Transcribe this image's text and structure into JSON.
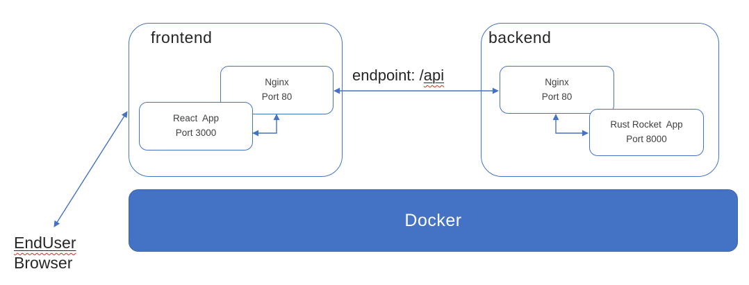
{
  "frontend": {
    "title": "frontend",
    "nginx": "Nginx\nPort 80",
    "react": "React  App\nPort 3000"
  },
  "backend": {
    "title": "backend",
    "nginx": "Nginx\nPort 80",
    "rust": "Rust Rocket  App\nPort 8000"
  },
  "docker": {
    "label": "Docker"
  },
  "endpoint": {
    "prefix": "endpoint: /",
    "word": "api"
  },
  "enduser": {
    "line1": "EndUser",
    "line2": "Browser"
  },
  "colors": {
    "accent_blue": "#4472C4",
    "docker_fill": "#4472C4",
    "text_dark": "#262626",
    "node_text": "#404040",
    "spellcheck_red": "#FF1A1A",
    "background": "#FFFFFF"
  },
  "connections": [
    {
      "from": "EndUser Browser",
      "to": "frontend",
      "style": "double-headed-arrow"
    },
    {
      "from": "frontend Nginx Port 80",
      "to": "backend Nginx Port 80",
      "label": "endpoint: /api",
      "style": "double-headed-arrow"
    },
    {
      "from": "React App Port 3000",
      "to": "frontend Nginx Port 80",
      "style": "double-headed-elbow-arrow"
    },
    {
      "from": "Rust Rocket App Port 8000",
      "to": "backend Nginx Port 80",
      "style": "double-headed-elbow-arrow"
    }
  ]
}
